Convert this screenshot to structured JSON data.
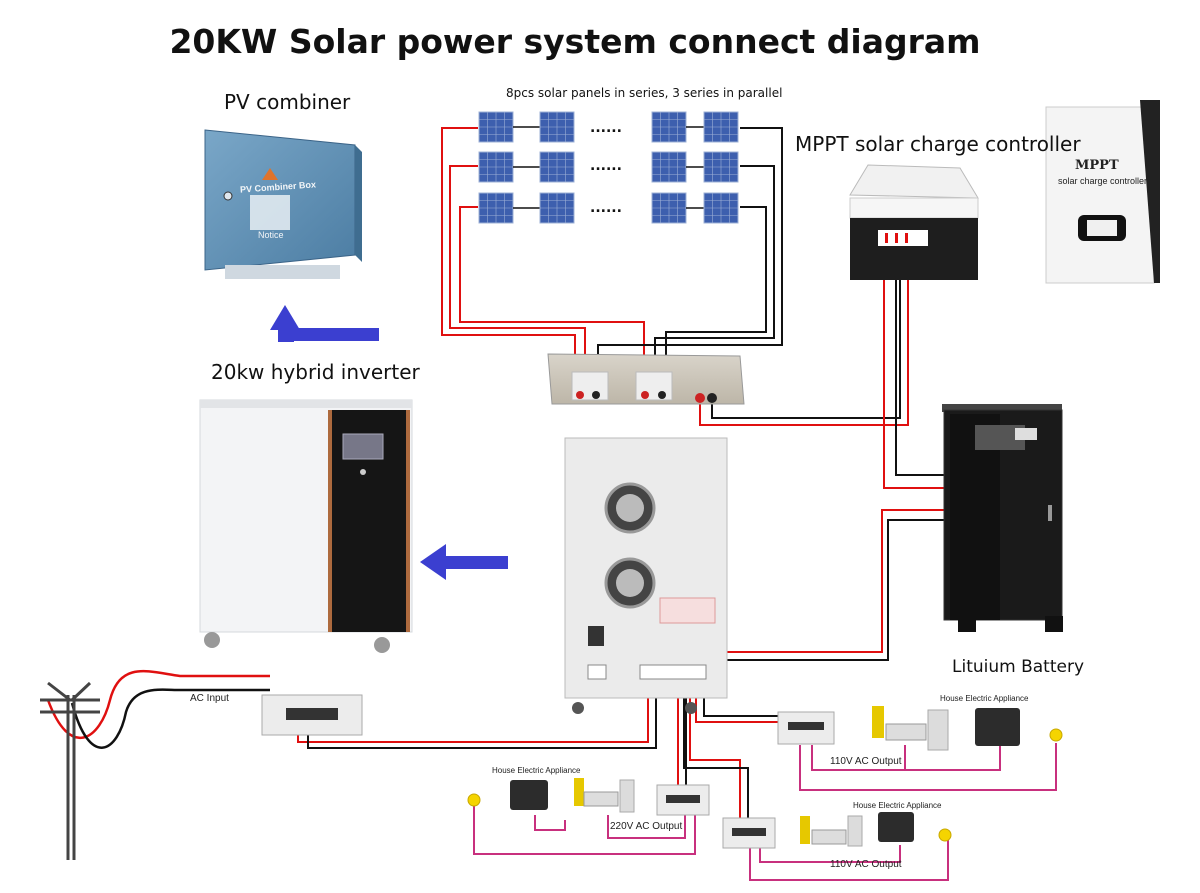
{
  "title": "20KW Solar power system connect diagram",
  "labels": {
    "pv_combiner": "PV combiner",
    "panels_caption": "8pcs solar panels in series, 3 series in parallel",
    "mppt_controller": "MPPT solar charge controller",
    "hybrid_inverter": "20kw hybrid inverter",
    "lithium_battery": "Lituium Battery",
    "ac_input": "AC Input",
    "output_220": "220V AC Output",
    "output_110_top": "110V AC Output",
    "output_110_bottom": "110V AC Output",
    "appliance_left": "House Electric Appliance",
    "appliance_right_top": "House Electric Appliance",
    "appliance_right_bottom": "House Electric Appliance"
  },
  "device_text": {
    "combiner_box": "PV Combiner Box",
    "combiner_notice": "Notice",
    "mppt_brand": "MPPT",
    "mppt_sub": "solar charge controller",
    "panel_ellipsis": "......"
  },
  "colors": {
    "positive_wire": "#e01010",
    "negative_wire": "#111111",
    "ac_wire": "#c8307e",
    "arrow": "#3b3fd0",
    "combiner_body": "#5d8fb4",
    "panel_cell": "#3d5fae"
  }
}
